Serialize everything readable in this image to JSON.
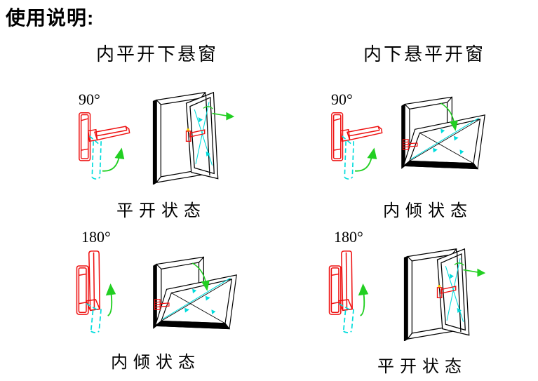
{
  "title": "使用说明:",
  "colors": {
    "red": "#ee1010",
    "cyan": "#00dcdc",
    "green": "#22cf22",
    "ink": "#000000",
    "yellow": "#ffd400"
  },
  "columns": [
    {
      "header": "内平开下悬窗",
      "figures": [
        {
          "angle": "90°",
          "caption": "平开状态"
        },
        {
          "angle": "180°",
          "caption": "内倾状态"
        }
      ]
    },
    {
      "header": "内下悬平开窗",
      "figures": [
        {
          "angle": "90°",
          "caption": "内倾状态"
        },
        {
          "angle": "180°",
          "caption": "平开状态"
        }
      ]
    }
  ]
}
